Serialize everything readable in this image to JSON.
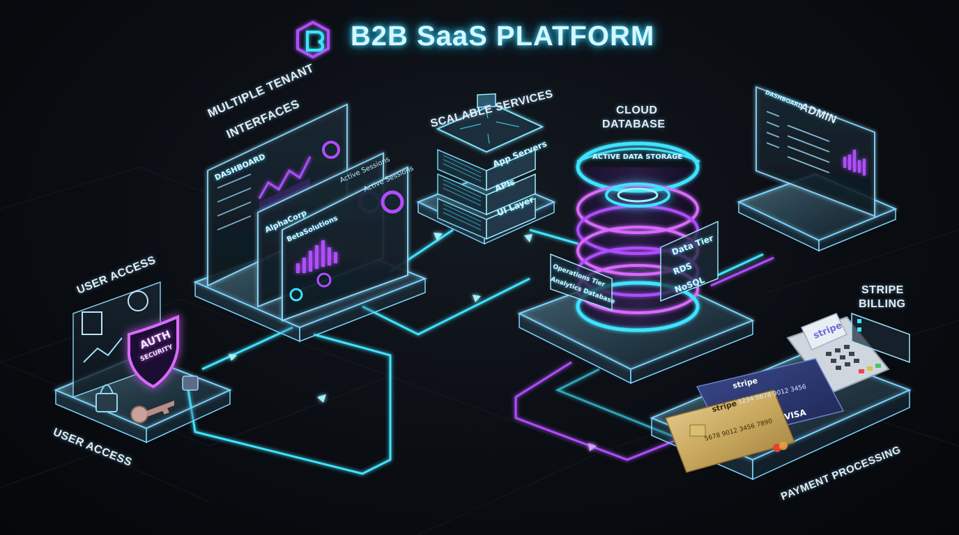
{
  "header": {
    "title": "B2B SaaS PLATFORM",
    "logo_icon": "hexagon-b-logo-icon"
  },
  "colors": {
    "cyan": "#3fe3ff",
    "purple": "#b04dff",
    "magenta": "#d86bff",
    "glass": "#7fd6ff"
  },
  "sections": {
    "tenants": {
      "title_line1": "MULTIPLE TENANT",
      "title_line2": "INTERFACES",
      "dashboard_label": "DASHBOARD",
      "tenant_a": "AlphaCorp",
      "tenant_b": "BetaSolutions",
      "sessions_a": "Active Sessions",
      "sessions_b": "Active Sessions"
    },
    "services": {
      "title": "SCALABLE SERVICES",
      "layers": [
        "App Servers",
        "APIs",
        "UI Layer"
      ]
    },
    "database": {
      "title_line1": "CLOUD",
      "title_line2": "DATABASE",
      "ring_label": "ACTIVE DATA STORAGE",
      "tiers": [
        "Data Tier",
        "RDS",
        "NoSQL"
      ],
      "left_tag_line1": "Operations Tier",
      "left_tag_line2": "Analytics Database"
    },
    "admin": {
      "title": "ADMIN",
      "panel_label": "DASHBOARD"
    },
    "user_access": {
      "title_top": "USER ACCESS",
      "title_bottom": "USER ACCESS",
      "shield_line1": "AUTH",
      "shield_line2": "SECURITY"
    },
    "billing": {
      "title_line1": "STRIPE",
      "title_line2": "BILLING",
      "bottom_label": "PAYMENT PROCESSING",
      "terminal_brand": "stripe",
      "card_blue_brand": "stripe",
      "card_blue_number": "1234 5678 9012 3456",
      "card_blue_network": "VISA",
      "card_gold_brand": "stripe",
      "card_gold_number": "5678 9012 3456 7890"
    }
  }
}
